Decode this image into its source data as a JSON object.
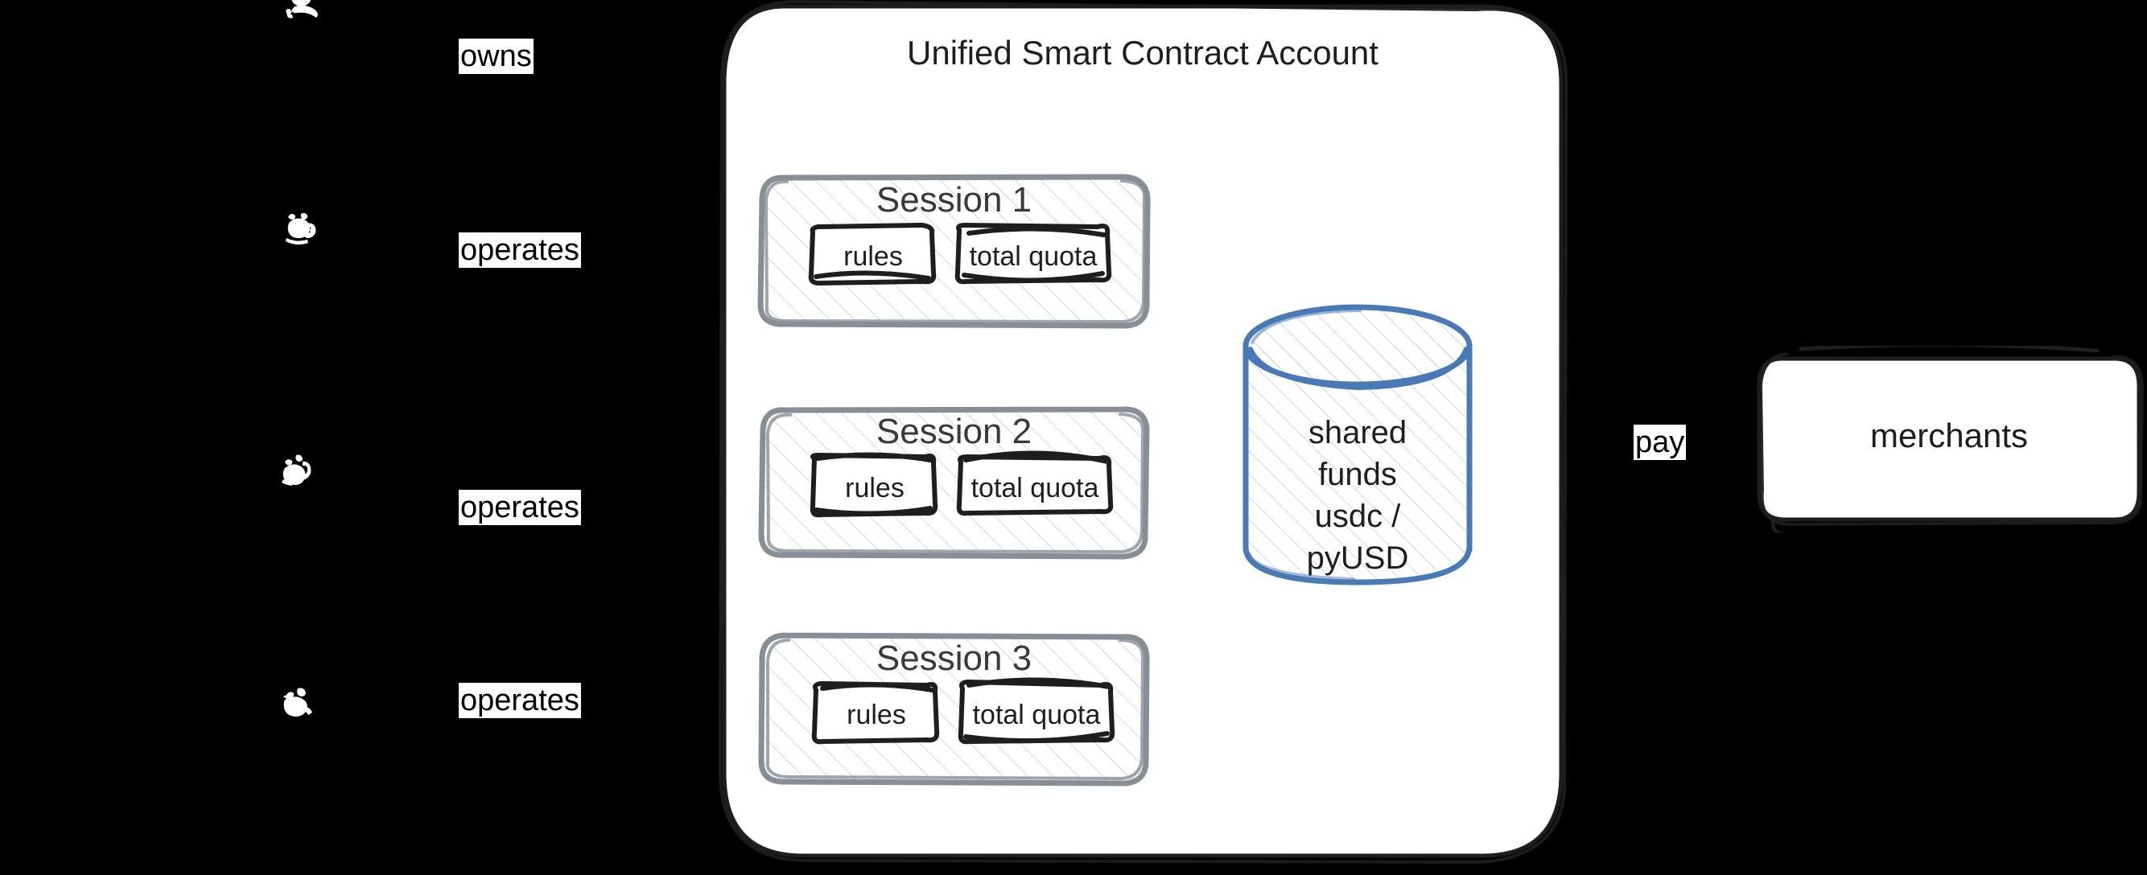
{
  "diagram": {
    "title": "Unified Smart Contract Account",
    "background_color": "#000000",
    "sketch_style": "hand-drawn",
    "stroke_color": "#1e1e1e",
    "accent_color": "#4a7ab5",
    "session_stroke_color": "#868e96"
  },
  "account": {
    "title": "Unified Smart Contract Account",
    "sessions": [
      {
        "title": "Session 1",
        "rules_label": "rules",
        "quota_label": "total quota"
      },
      {
        "title": "Session 2",
        "rules_label": "rules",
        "quota_label": "total quota"
      },
      {
        "title": "Session 3",
        "rules_label": "rules",
        "quota_label": "total quota"
      }
    ],
    "store": {
      "line1": "shared",
      "line2": "funds",
      "line3": "usdc /",
      "line4": "pyUSD"
    }
  },
  "actors": [
    {
      "icon": "user-icon",
      "edge_label": "owns"
    },
    {
      "icon": "agent-icon",
      "edge_label": "operates"
    },
    {
      "icon": "agent-icon",
      "edge_label": "operates"
    },
    {
      "icon": "agent-icon",
      "edge_label": "operates"
    }
  ],
  "edges": {
    "owns": "owns",
    "operates_1": "operates",
    "operates_2": "operates",
    "operates_3": "operates",
    "pay": "pay"
  },
  "merchants": {
    "label": "merchants"
  }
}
